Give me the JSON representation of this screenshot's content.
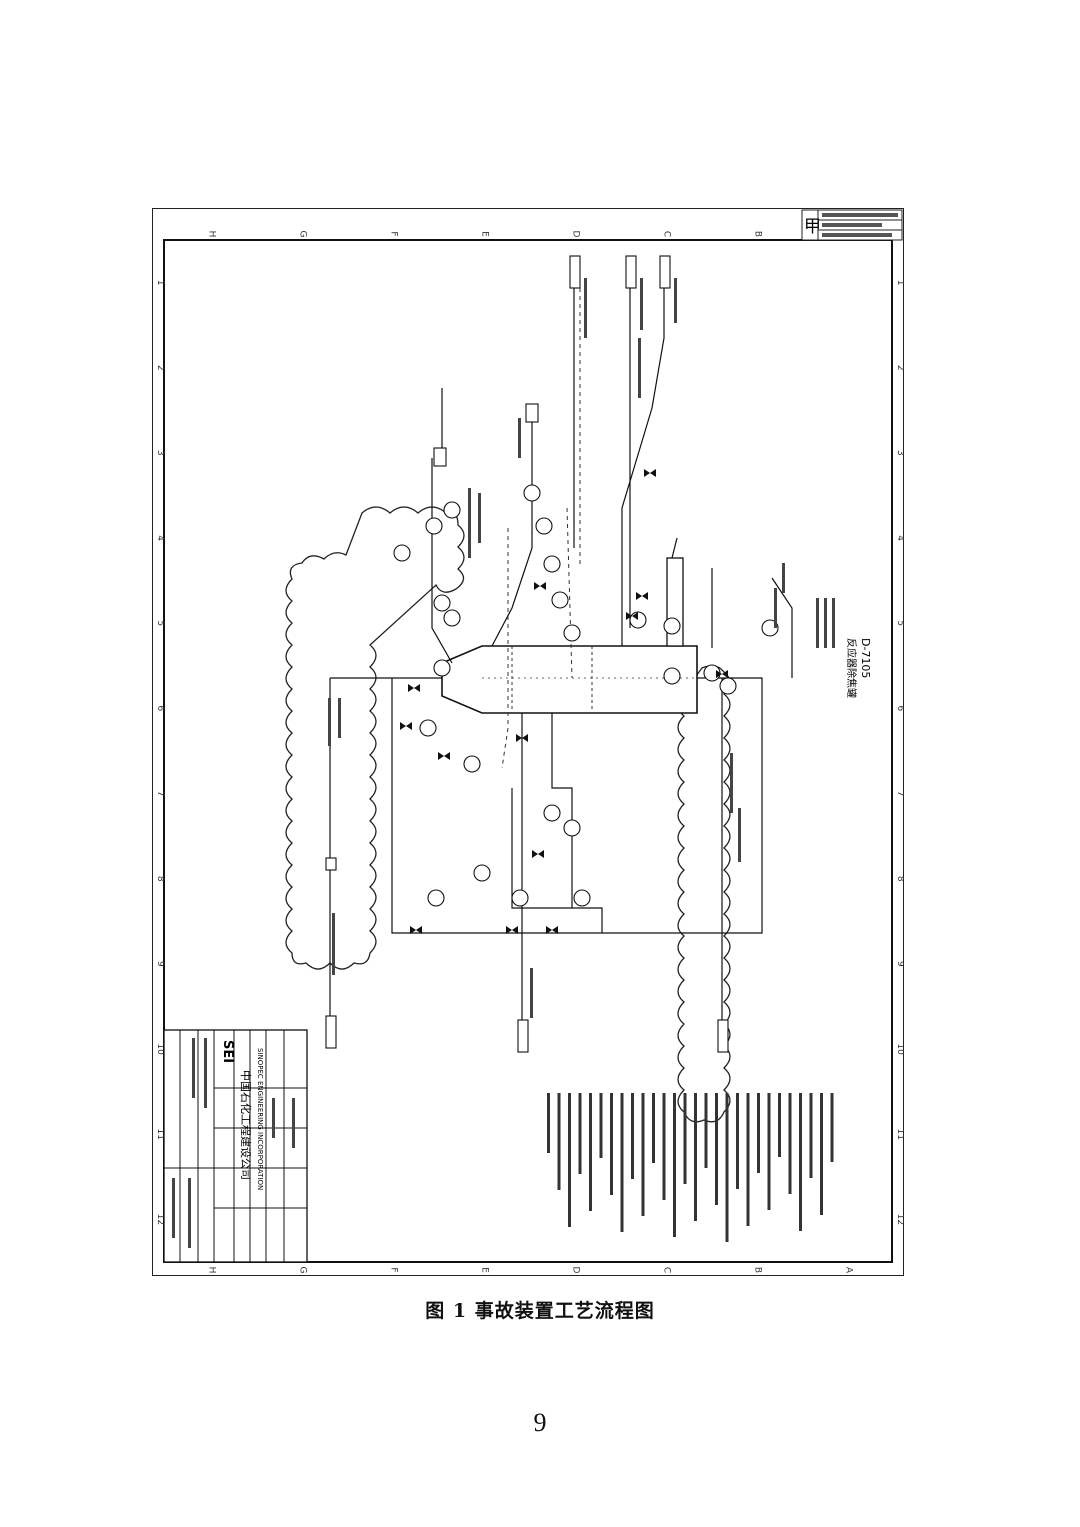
{
  "figure": {
    "caption": "图 1 事故装置工艺流程图",
    "page_number": "9"
  },
  "drawing": {
    "column_letters": [
      "H",
      "G",
      "F",
      "E",
      "D",
      "C",
      "B",
      "A"
    ],
    "row_numbers": [
      "1",
      "2",
      "3",
      "4",
      "5",
      "6",
      "7",
      "8",
      "9",
      "10",
      "11",
      "12"
    ],
    "stamp_char": "甲",
    "equipment_tag": "D-7105",
    "equipment_name": "反应器除焦罐",
    "company_cn": "中国石化工程建设公司",
    "company_en": "SINOPEC ENGINEERING INCORPORATION",
    "logo_text": "SEI"
  }
}
